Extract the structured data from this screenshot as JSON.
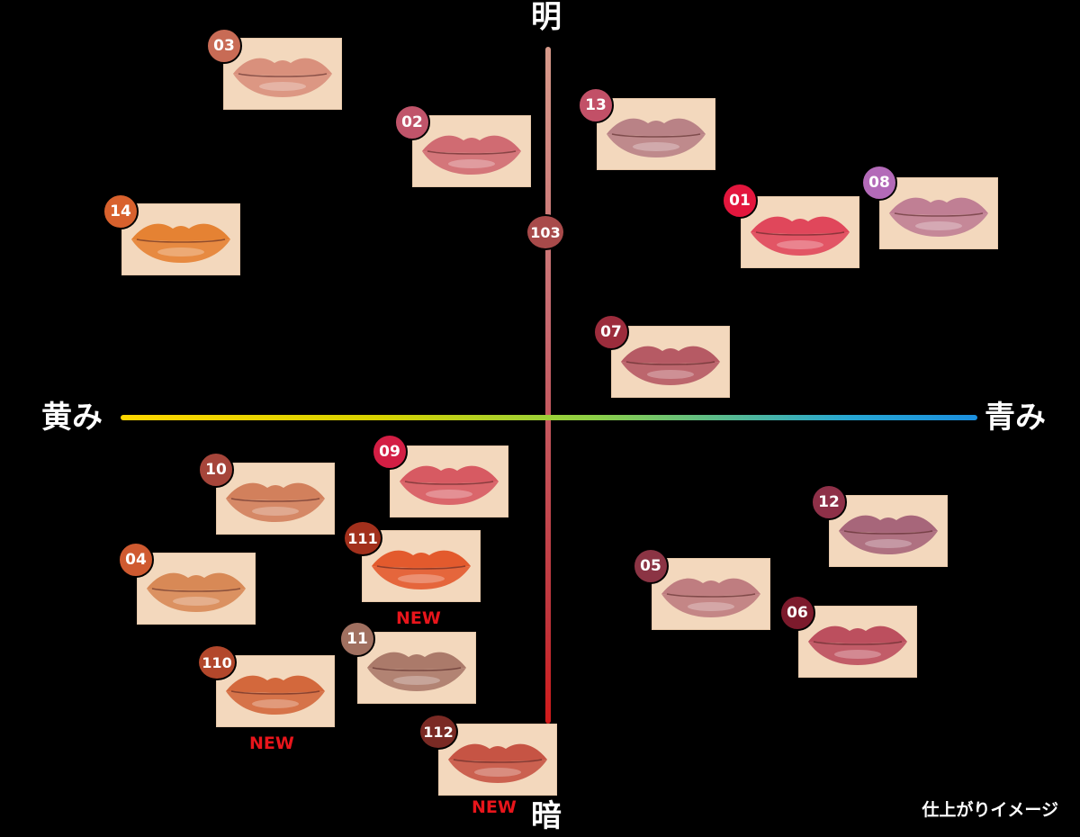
{
  "axes": {
    "top": "明",
    "bottom": "暗",
    "left": "黄み",
    "right": "青み"
  },
  "caption": "仕上がりイメージ",
  "new_label": "NEW",
  "shades": [
    {
      "id": "03",
      "badge_color": "#c86b55",
      "lip_color": "#d9907c",
      "new": false
    },
    {
      "id": "02",
      "badge_color": "#c0546a",
      "lip_color": "#d06b72",
      "new": false
    },
    {
      "id": "13",
      "badge_color": "#c25067",
      "lip_color": "#b98286",
      "new": false
    },
    {
      "id": "14",
      "badge_color": "#d8612d",
      "lip_color": "#e58233",
      "new": false
    },
    {
      "id": "103",
      "badge_color": "#a84a4a",
      "lip_color": null,
      "new": false
    },
    {
      "id": "01",
      "badge_color": "#e3163d",
      "lip_color": "#e0475b",
      "new": false
    },
    {
      "id": "08",
      "badge_color": "#b36ab8",
      "lip_color": "#c07f94",
      "new": false
    },
    {
      "id": "07",
      "badge_color": "#9c2c3c",
      "lip_color": "#b65a64",
      "new": false
    },
    {
      "id": "10",
      "badge_color": "#a6453a",
      "lip_color": "#d2805c",
      "new": false
    },
    {
      "id": "09",
      "badge_color": "#d31e44",
      "lip_color": "#d75a62",
      "new": false
    },
    {
      "id": "12",
      "badge_color": "#8e3048",
      "lip_color": "#a7667a",
      "new": false
    },
    {
      "id": "111",
      "badge_color": "#a2301c",
      "lip_color": "#e35a2d",
      "new": true
    },
    {
      "id": "04",
      "badge_color": "#cf5a30",
      "lip_color": "#d88956",
      "new": false
    },
    {
      "id": "05",
      "badge_color": "#8b3444",
      "lip_color": "#bf7d80",
      "new": false
    },
    {
      "id": "06",
      "badge_color": "#7c1a2c",
      "lip_color": "#bc4f5e",
      "new": false
    },
    {
      "id": "11",
      "badge_color": "#a07060",
      "lip_color": "#ab7a6a",
      "new": false
    },
    {
      "id": "110",
      "badge_color": "#b2472b",
      "lip_color": "#d3683c",
      "new": true
    },
    {
      "id": "112",
      "badge_color": "#7a2a24",
      "lip_color": "#c65444",
      "new": true
    }
  ]
}
